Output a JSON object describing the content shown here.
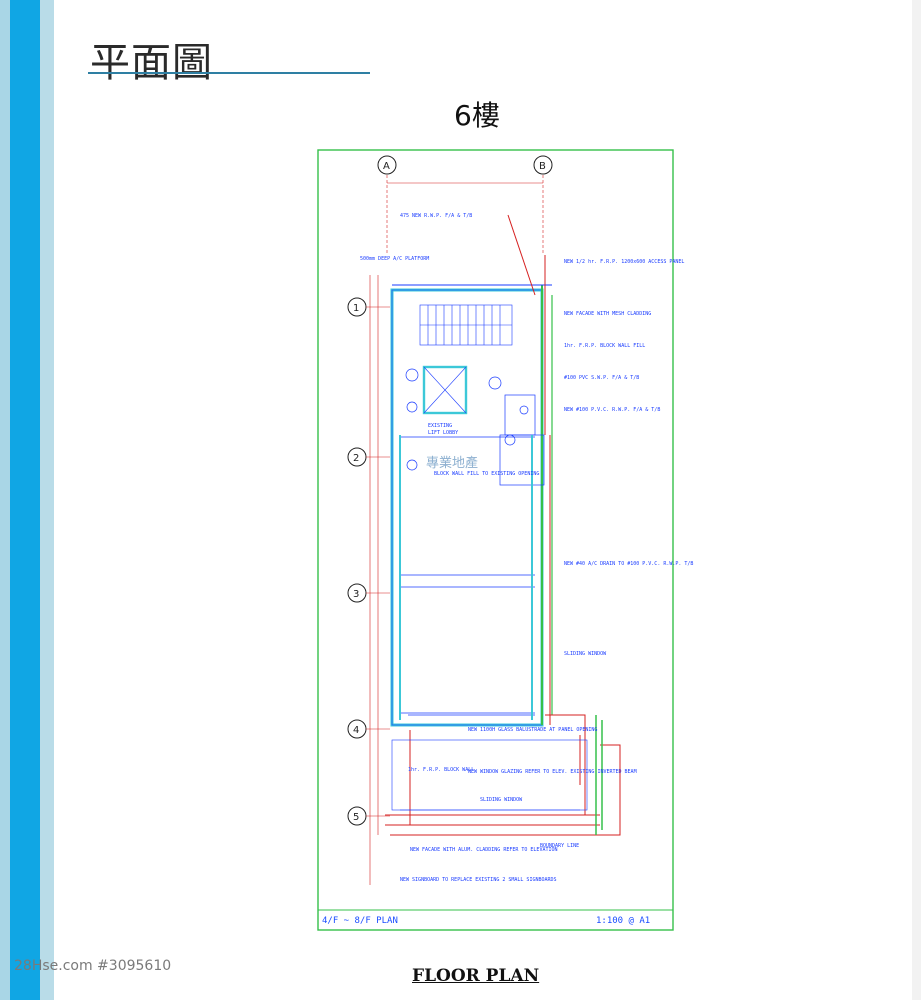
{
  "page": {
    "title": "平面圖",
    "floor_label": "6樓",
    "caption": "FLOOR PLAN",
    "listing_id": "28Hse.com #3095610",
    "watermark": "專業地產"
  },
  "plan": {
    "sheet_title": "4/F ~ 8/F PLAN",
    "scale": "1:100 @ A1",
    "column_grid": [
      "A",
      "B"
    ],
    "row_grid": [
      "1",
      "2",
      "3",
      "4",
      "5"
    ],
    "lobby_label": "EXISTING\nLIFT LOBBY",
    "notes": [
      "475 NEW R.W.P. F/A & T/B",
      "500mm DEEP A/C PLATFORM",
      "NEW 1/2 hr. F.R.P. 1200x600 ACCESS PANEL",
      "NEW FACADE WITH MESH CLADDING",
      "1hr. F.R.P. BLOCK WALL FILL",
      "#100 PVC S.W.P. F/A & T/B",
      "NEW #100 P.V.C. R.W.P. F/A & T/B",
      "BLOCK WALL FILL TO EXISTING OPENING",
      "NEW #40 A/C DRAIN TO #100 P.V.C. R.W.P. T/B",
      "SLIDING WINDOW",
      "NEW 1100H GLASS BALUSTRADE AT PANEL OPENING",
      "NEW WINDOW GLAZING REFER TO ELEV. EXISTING INVERTED BEAM",
      "1hr. F.R.P. BLOCK WALL",
      "SLIDING WINDOW",
      "NEW FACADE WITH ALUM. CLADDING REFER TO ELEVATION",
      "BOUNDARY LINE",
      "NEW SIGNBOARD TO REPLACE EXISTING 2 SMALL SIGNBOARDS"
    ]
  },
  "colors": {
    "stripe_dark": "#10a6e4",
    "stripe_light": "#b9dce8",
    "drawing_line": "#1a3cff",
    "wall_red": "#d62020",
    "wall_cyan": "#3cc8d8",
    "border_green": "#35c04a"
  }
}
